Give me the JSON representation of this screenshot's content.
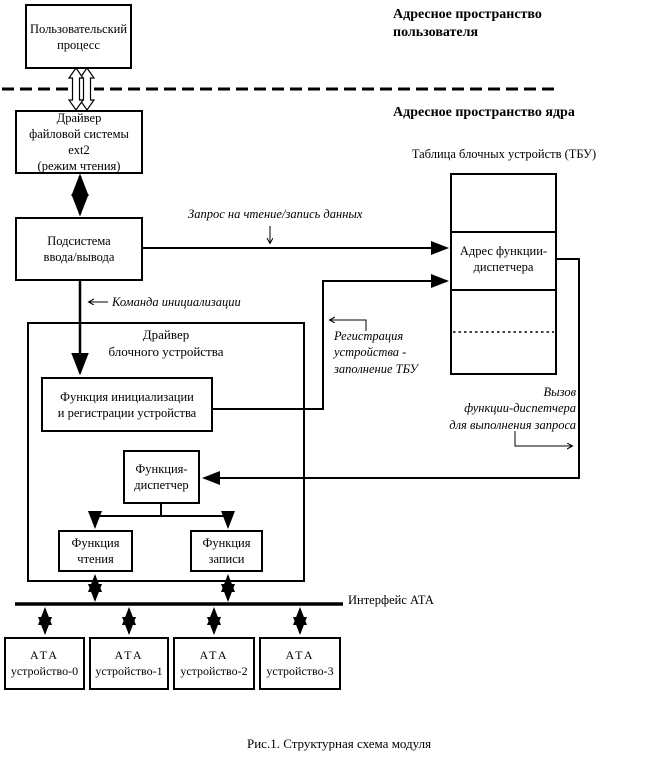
{
  "header": {
    "user_space": "Адресное пространство\nпользователя",
    "kernel_space": "Адресное пространство ядра"
  },
  "nodes": {
    "user_process": "Пользовательский\nпроцесс",
    "fs_driver": "Драйвер\nфайловой системы ext2\n(режим чтения)",
    "io_subsystem": "Подсистема\nввода/вывода",
    "block_driver_title": "Драйвер\nблочного устройства",
    "init_function": "Функция инициализации\nи регистрации устройства",
    "dispatcher": "Функция-\nдиспетчер",
    "read_function": "Функция\nчтения",
    "write_function": "Функция\nзаписи"
  },
  "tbu": {
    "title": "Таблица блочных устройств (ТБУ)",
    "dispatcher_address_cell": "Адрес функции-\nдиспетчера"
  },
  "annotations": {
    "request": "Запрос на чтение/запись данных",
    "init_command": "Команда инициализации",
    "registration": "Регистрация\nустройства -\nзаполнение ТБУ",
    "dispatch_call": "Вызов\nфункции-диспетчера\nдля выполнения запроса",
    "ata_interface": "Интерфейс АТА"
  },
  "ata_devices": [
    {
      "line1": "АТА",
      "line2": "устройство-0"
    },
    {
      "line1": "АТА",
      "line2": "устройство-1"
    },
    {
      "line1": "АТА",
      "line2": "устройство-2"
    },
    {
      "line1": "АТА",
      "line2": "устройство-3"
    }
  ],
  "caption": "Рис.1. Структурная схема модуля",
  "colors": {
    "line": "#000000",
    "background": "#ffffff"
  }
}
